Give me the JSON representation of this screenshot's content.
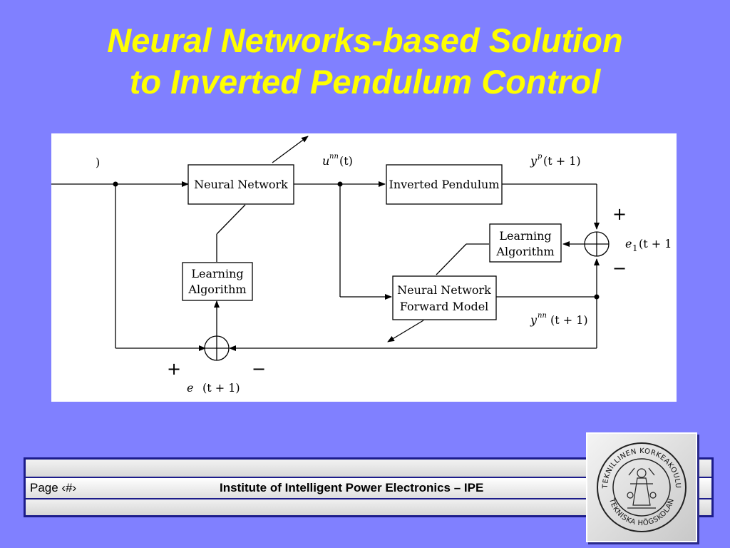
{
  "title": {
    "line1": "Neural Networks-based Solution",
    "line2": "to Inverted Pendulum Control"
  },
  "diagram": {
    "blocks": {
      "neural_network": "Neural Network",
      "inverted_pendulum": "Inverted Pendulum",
      "learning_algorithm_left_line1": "Learning",
      "learning_algorithm_left_line2": "Algorithm",
      "learning_algorithm_right_line1": "Learning",
      "learning_algorithm_right_line2": "Algorithm",
      "forward_model_line1": "Neural Network",
      "forward_model_line2": "Forward Model"
    },
    "labels": {
      "input_fragment": ")",
      "u_nn": "u",
      "u_nn_sup": "nn",
      "u_nn_arg": "(t)",
      "y_p": "y",
      "y_p_sup": "p",
      "y_p_arg": "(t + 1)",
      "y_nn": "y",
      "y_nn_sup": "nn",
      "y_nn_arg": "(t + 1)",
      "e1": "e",
      "e1_sub": "1",
      "e1_arg": "(t + 1",
      "e": "e",
      "e_arg": "(t + 1)"
    },
    "signs": {
      "right_plus": "+",
      "right_minus": "−",
      "bottom_plus": "+",
      "bottom_minus": "−"
    }
  },
  "footer": {
    "page": "Page  ‹#›",
    "institute": "Institute of Intelligent Power Electronics – IPE"
  },
  "logo": {
    "seal_text_top": "TEKNILLINEN KORKEAKOULU",
    "seal_text_bottom": "TEKNISKA HÖGSKOLAN"
  },
  "colors": {
    "background": "#8080ff",
    "title": "#ffff00",
    "footer_band": "#1c1c8a"
  }
}
